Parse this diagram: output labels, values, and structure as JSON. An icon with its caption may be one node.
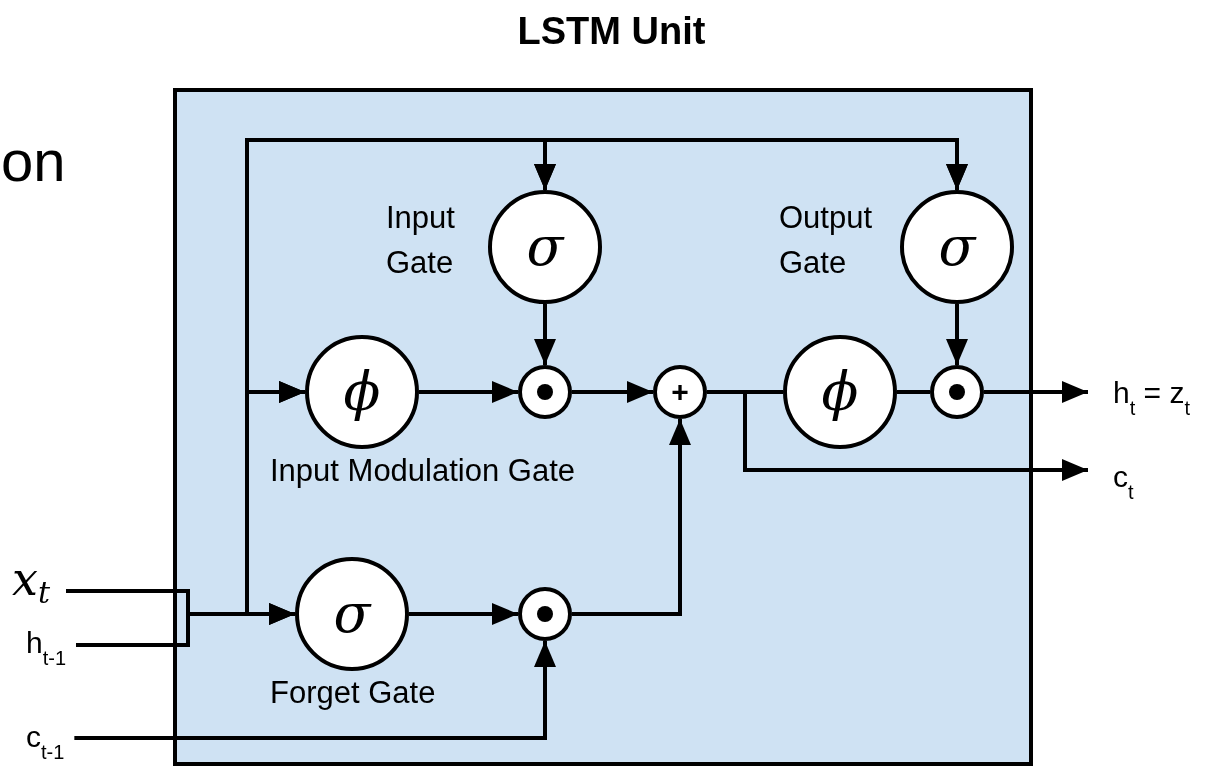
{
  "diagram": {
    "title": "LSTM Unit",
    "nodes": [
      {
        "text": [],
        "shape": "box"
      },
      {
        "text": [
          "σ"
        ],
        "in": 0,
        "beside": [
          "Input Gate"
        ]
      },
      {
        "text": [
          "σ"
        ],
        "in": 0,
        "beside": [
          "Output Gate"
        ]
      },
      {
        "text": [
          "ϕ"
        ],
        "in": 0,
        "beside": [
          "Input Modulation Gate"
        ]
      },
      {
        "text": [],
        "shape": "circle",
        "in": 0
      },
      {
        "text": [
          "+"
        ],
        "in": 0
      },
      {
        "text": [
          "ϕ"
        ],
        "in": 0
      },
      {
        "text": [],
        "shape": "circle",
        "in": 0
      },
      {
        "text": [
          "σ"
        ],
        "in": 0,
        "beside": [
          "Forget Gate"
        ]
      },
      {
        "text": [],
        "shape": "circle",
        "in": 0
      },
      {
        "text": [
          "x$_{t}$"
        ]
      },
      {
        "text": [
          "h$_{t-1}$"
        ]
      },
      {
        "text": [
          "c$_{t-1}$"
        ]
      },
      {
        "text": [
          "h$_{t}$ = z$_{t}$"
        ]
      },
      {
        "text": [
          "c$_{t}$"
        ]
      }
    ],
    "edges": [
      {
        "from": 10,
        "to": 8,
        "arrow": "to"
      },
      {
        "from": 10,
        "to": 3,
        "arrow": "to"
      },
      {
        "from": 10,
        "to": 1,
        "arrow": "to"
      },
      {
        "from": 10,
        "to": 2,
        "arrow": "to"
      },
      {
        "from": 11,
        "to": 8,
        "arrow": "to"
      },
      {
        "from": 11,
        "to": 3,
        "arrow": "to"
      },
      {
        "from": 11,
        "to": 1,
        "arrow": "to"
      },
      {
        "from": 11,
        "to": 2,
        "arrow": "to"
      },
      {
        "from": 3,
        "to": 4,
        "arrow": "to"
      },
      {
        "from": 1,
        "to": 4,
        "arrow": "to"
      },
      {
        "from": 4,
        "to": 5,
        "arrow": "to"
      },
      {
        "from": 8,
        "to": 9,
        "arrow": "to"
      },
      {
        "from": 12,
        "to": 9,
        "arrow": "to"
      },
      {
        "from": 9,
        "to": 5,
        "arrow": "to"
      },
      {
        "from": 5,
        "to": 6,
        "arrow": "none"
      },
      {
        "from": 6,
        "to": 7,
        "arrow": "none"
      },
      {
        "from": 2,
        "to": 7,
        "arrow": "to"
      },
      {
        "from": 7,
        "to": 13,
        "arrow": "to"
      },
      {
        "from": 5,
        "to": 14,
        "arrow": "to"
      }
    ],
    "labels": [
      "on"
    ]
  }
}
